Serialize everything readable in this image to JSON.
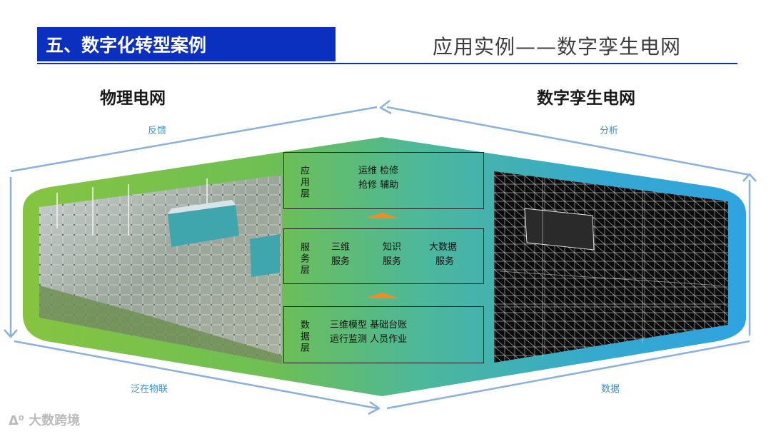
{
  "header": {
    "section_title": "五、数字化转型案例",
    "subtitle": "应用实例——数字孪生电网"
  },
  "labels": {
    "physical_grid": "物理电网",
    "digital_twin": "数字孪生电网"
  },
  "arrows": {
    "top_left": "反馈",
    "top_right": "分析",
    "bottom_left": "泛在物联",
    "bottom_right": "数据"
  },
  "layers": {
    "application": {
      "title": "应用层",
      "items": [
        "运维  检修",
        "抢修  辅助"
      ]
    },
    "service": {
      "title": "服务层",
      "col1": [
        "三维",
        "服务"
      ],
      "col2": [
        "知识",
        "服务"
      ],
      "col3": [
        "大数据",
        "服务"
      ]
    },
    "data": {
      "title": "数据层",
      "items": [
        "三维模型  基础台账",
        "运行监测  人员作业"
      ]
    }
  },
  "watermark": "大数跨境",
  "colors": {
    "header_blue": "#0b2fbf",
    "arrow_blue": "#8ab0dd",
    "hex_green": "#7cc24a",
    "hex_teal": "#4cb39a",
    "hex_blue": "#3aa7dc",
    "arrow_label": "#3d8fd0"
  }
}
